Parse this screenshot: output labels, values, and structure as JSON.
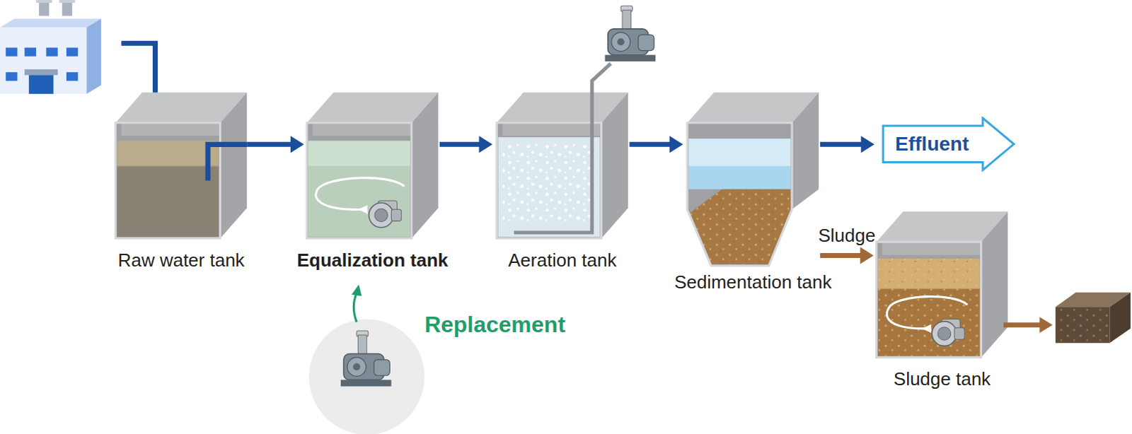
{
  "diagram": {
    "nodes": [
      {
        "text": [
          "Raw water tank"
        ]
      },
      {
        "text": [
          "Equalization tank"
        ]
      },
      {
        "text": [
          "Aeration tank"
        ]
      },
      {
        "text": [
          "Sedimentation tank"
        ]
      },
      {
        "text": [
          "Effluent"
        ]
      },
      {
        "text": [
          "Sludge tank"
        ]
      }
    ],
    "edges": [
      {
        "from": 0,
        "to": 1,
        "arrow": "to"
      },
      {
        "from": 1,
        "to": 2,
        "arrow": "to"
      },
      {
        "from": 2,
        "to": 3,
        "arrow": "to"
      },
      {
        "from": 3,
        "to": 4,
        "arrow": "to"
      },
      {
        "from": 3,
        "to": 5,
        "label": "Sludge",
        "arrow": "to"
      }
    ],
    "labels": [
      "Replacement"
    ]
  }
}
